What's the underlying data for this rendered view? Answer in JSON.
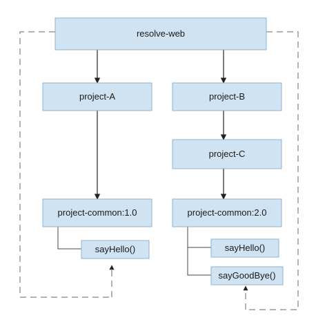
{
  "diagram": {
    "nodes": {
      "resolve_web": "resolve-web",
      "project_a": "project-A",
      "project_b": "project-B",
      "project_c": "project-C",
      "common_1": "project-common:1.0",
      "common_2": "project-common:2.0",
      "say_hello_1": "sayHello()",
      "say_hello_2": "sayHello()",
      "say_goodbye": "sayGoodBye()"
    },
    "colors": {
      "node_fill": "#cfe3f3",
      "node_border": "#8fb3cf",
      "arrow": "#222222",
      "dashed_line": "#666666"
    }
  }
}
